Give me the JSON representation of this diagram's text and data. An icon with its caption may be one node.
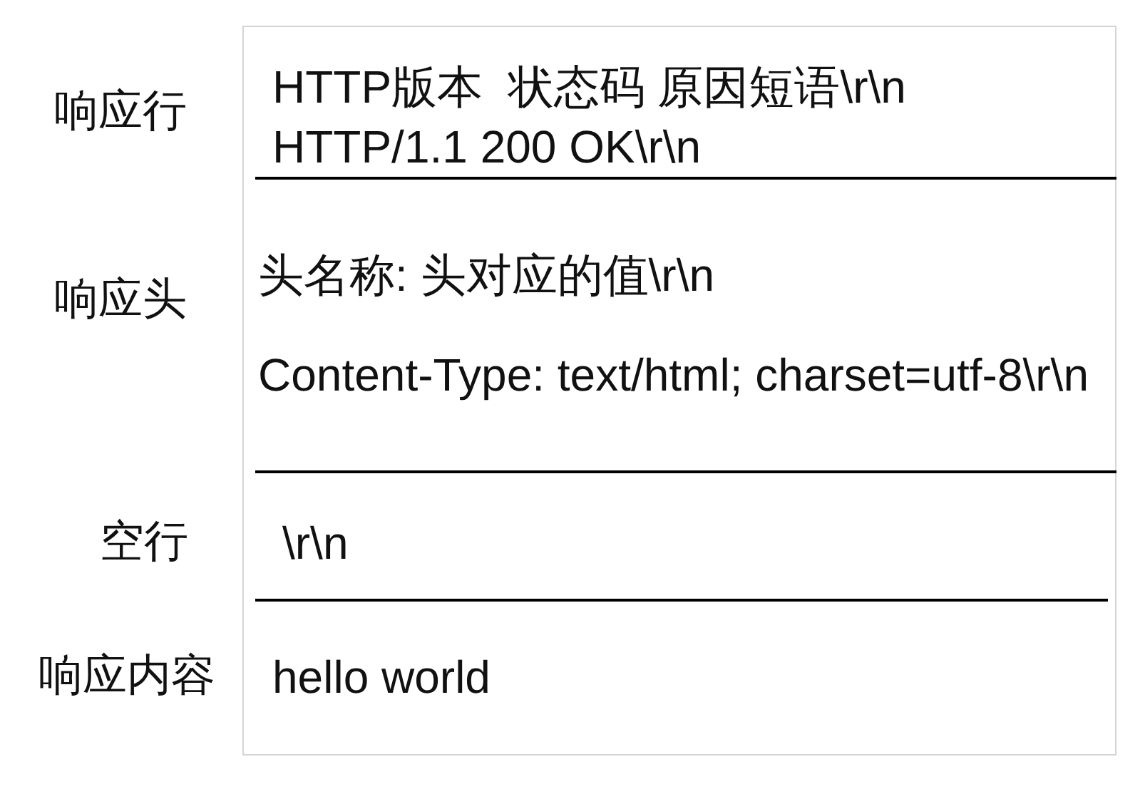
{
  "diagram": {
    "nodes": [
      {
        "text": [
          "HTTP版本  状态码 原因短语\\r\\n",
          "HTTP/1.1 200 OK\\r\\n",
          "头名称: 头对应的值\\r\\n",
          "Content-Type: text/html; charset=utf-8\\r\\n",
          "\\r\\n",
          "hello world"
        ]
      }
    ],
    "labels": [
      "响应行",
      "响应头",
      "空行",
      "响应内容"
    ]
  }
}
